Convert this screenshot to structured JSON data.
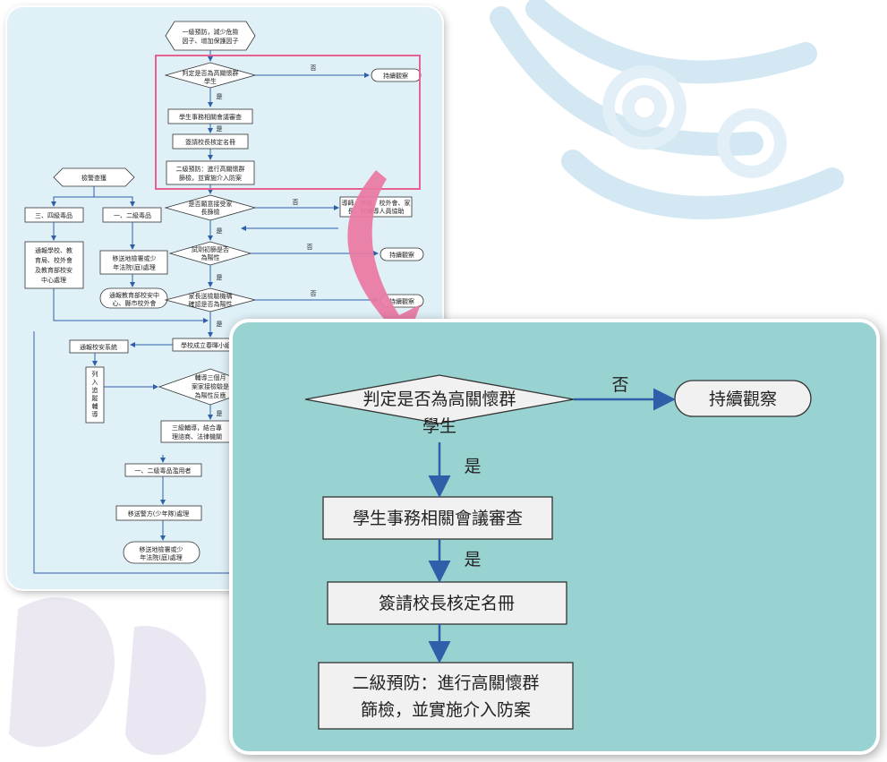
{
  "flowchart_small": {
    "start": [
      "一級預防，減少危險",
      "因子、增加保護因子"
    ],
    "decision_high_risk": [
      "判定是否為高關懷群",
      "學生"
    ],
    "no": "否",
    "yes": "是",
    "continue_observe": "持續觀察",
    "student_affairs_review": "學生事務相關會議審查",
    "principal_approve": "簽請校長核定名冊",
    "secondary_prevention": [
      "二級預防：進行高關懷群",
      "篩檢，並實施介入防案"
    ],
    "police_check": "檢警查獲",
    "drug_class_34": "三、四級毒品",
    "drug_class_12": "一、二級毒品",
    "notify_agencies": [
      "通報學校、教",
      "育局、校外會",
      "及教育部校安",
      "中心處理"
    ],
    "refer_prosecutor": [
      "移送地檢署或少",
      "年法院(庭)處理"
    ],
    "notify_moe": [
      "通報教育部校安中",
      "心、縣市校外會"
    ],
    "willing_accept": [
      "是否願意接受家",
      "長篩檢"
    ],
    "coop_parents": [
      "導師、年段、校外會、家",
      "長、校輔導人員協助"
    ],
    "test_reagent": [
      "試劑初篩是否",
      "為陽性"
    ],
    "parents_confirm": [
      "家長送檢驗機構",
      "確認是否為陽性"
    ],
    "campus_system": "通報校安系統",
    "form_group": "學校成立春暉小組",
    "tracking": [
      "列",
      "入",
      "追",
      "蹤",
      "輔",
      "導"
    ],
    "counsel_3m": [
      "輔導三個月",
      "案家接檢驗是",
      "為陽性反應"
    ],
    "tertiary": [
      "三級輔導，結合專",
      "理諮商、法律機關"
    ],
    "drug_user_12": "一、二級毒品濫用者",
    "police_juvenile": "移送警方(少年隊)處理",
    "refer_prosecutor_2": [
      "移送地檢署或少",
      "年法院(庭)處理"
    ]
  },
  "flowchart_zoom": {
    "decision_high_risk": [
      "判定是否為高關懷群",
      "學生"
    ],
    "no_label": "否",
    "continue_observe": "持續觀察",
    "yes_label_1": "是",
    "student_affairs_review": "學生事務相關會議審查",
    "yes_label_2": "是",
    "principal_approve": "簽請校長核定名冊",
    "secondary_prevention": [
      "二級預防：進行高關懷群",
      "篩檢，並實施介入防案"
    ]
  },
  "colors": {
    "small_panel_bg": "#dff0f7",
    "zoom_panel_bg": "#99d3d1",
    "arrow_blue": "#2f5fa8",
    "highlight_pink": "#e8608f",
    "callout_arrow": "#e979a2"
  }
}
